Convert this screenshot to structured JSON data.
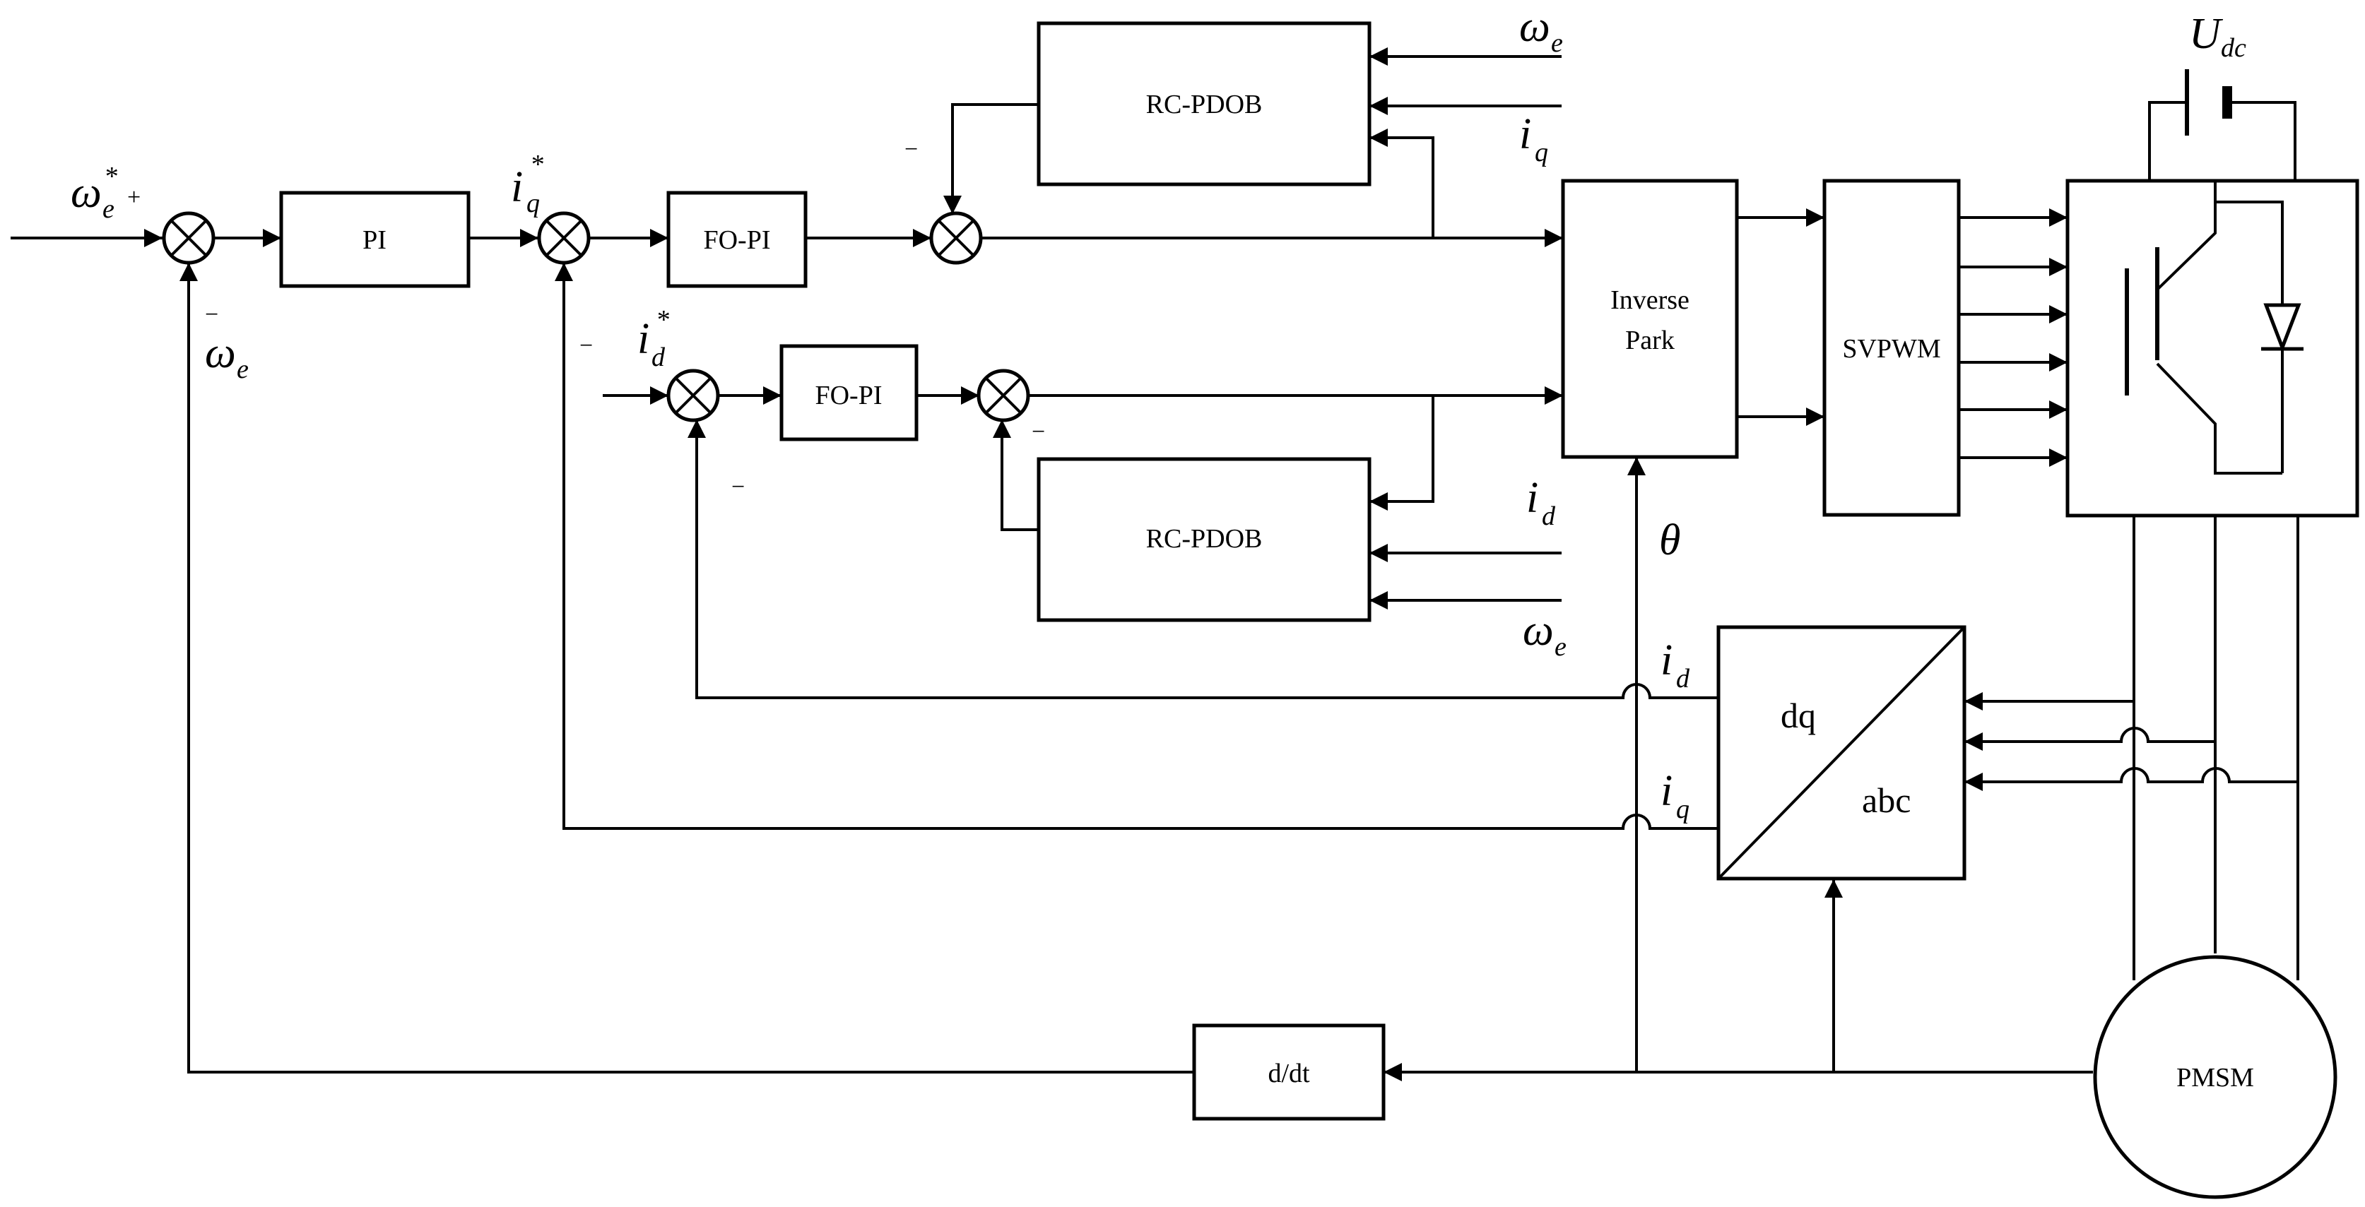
{
  "blocks": {
    "pi": "PI",
    "fo_pi_q": "FO-PI",
    "fo_pi_d": "FO-PI",
    "rc_pdob_top": "RC-PDOB",
    "rc_pdob_bottom": "RC-PDOB",
    "inverse_park_line1": "Inverse",
    "inverse_park_line2": "Park",
    "svpwm": "SVPWM",
    "dq_abc_top": "dq",
    "dq_abc_bottom": "abc",
    "ddt": "d/dt",
    "pmsm": "PMSM"
  },
  "signals": {
    "omega": "ω",
    "i": "i",
    "theta": "θ",
    "U": "U",
    "sub_e": "e",
    "sub_q": "q",
    "sub_d": "d",
    "sub_dc": "dc",
    "star": "*"
  },
  "signs": {
    "plus": "+",
    "minus": "−"
  }
}
